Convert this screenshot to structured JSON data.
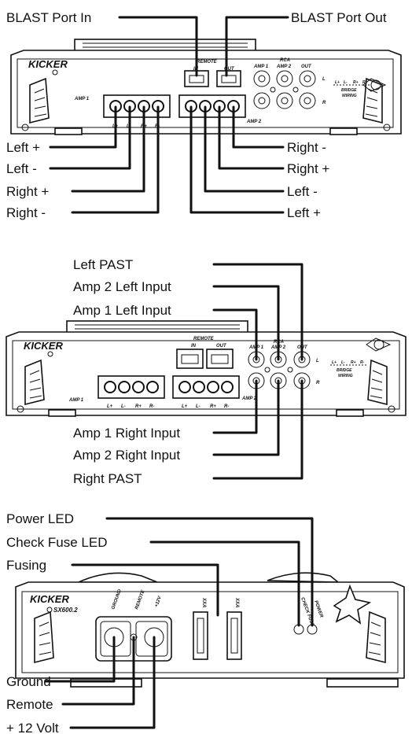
{
  "panel_top": {
    "callouts": {
      "blast_in": "BLAST Port In",
      "blast_out": "BLAST Port Out",
      "left_plus_a": "Left +",
      "left_minus_a": "Left -",
      "right_plus_a": "Right +",
      "right_minus_a": "Right -",
      "right_minus_b": "Right -",
      "right_plus_b": "Right +",
      "left_minus_b": "Left -",
      "left_plus_b": "Left +"
    },
    "amp": {
      "logo": "KICKER",
      "remote": "REMOTE",
      "in": "IN",
      "out": "OUT",
      "rca": "RCA",
      "amp1_rca": "AMP 1",
      "amp2_rca": "AMP 2",
      "rca_out": "OUT",
      "l": "L",
      "r": "R",
      "amp1": "AMP 1",
      "amp2": "AMP 2",
      "bridge": "BRIDGE",
      "wiring": "WIRING",
      "terms": [
        "L+",
        "L-",
        "R+",
        "R-"
      ]
    }
  },
  "panel_mid": {
    "callouts": {
      "left_past": "Left PAST",
      "amp2_left_input": "Amp 2 Left Input",
      "amp1_left_input": "Amp 1 Left Input",
      "amp1_right_input": "Amp 1 Right Input",
      "amp2_right_input": "Amp 2 Right Input",
      "right_past": "Right PAST"
    },
    "amp": {
      "logo": "KICKER",
      "remote": "REMOTE",
      "in": "IN",
      "out": "OUT",
      "rca": "RCA",
      "amp1_rca": "AMP 1",
      "amp2_rca": "AMP 2",
      "rca_out": "OUT",
      "l": "L",
      "r": "R",
      "amp1": "AMP 1",
      "amp2": "AMP 2",
      "bridge": "BRIDGE",
      "wiring": "WIRING",
      "terms": [
        "L+",
        "L-",
        "R+",
        "R-"
      ]
    }
  },
  "panel_bot": {
    "callouts": {
      "power_led": "Power LED",
      "check_fuse_led": "Check Fuse LED",
      "fusing": "Fusing",
      "ground": "Ground",
      "remote": "Remote",
      "plus12": "+ 12 Volt"
    },
    "amp": {
      "logo": "KICKER",
      "model": "SX600.2",
      "ground": "GROUND",
      "remote": "REMOTE",
      "plus12": "+12V",
      "fuse_a": "XXA",
      "fuse_b": "XXA",
      "check_fuse": "CHECK FUSE",
      "power": "POWER"
    }
  }
}
